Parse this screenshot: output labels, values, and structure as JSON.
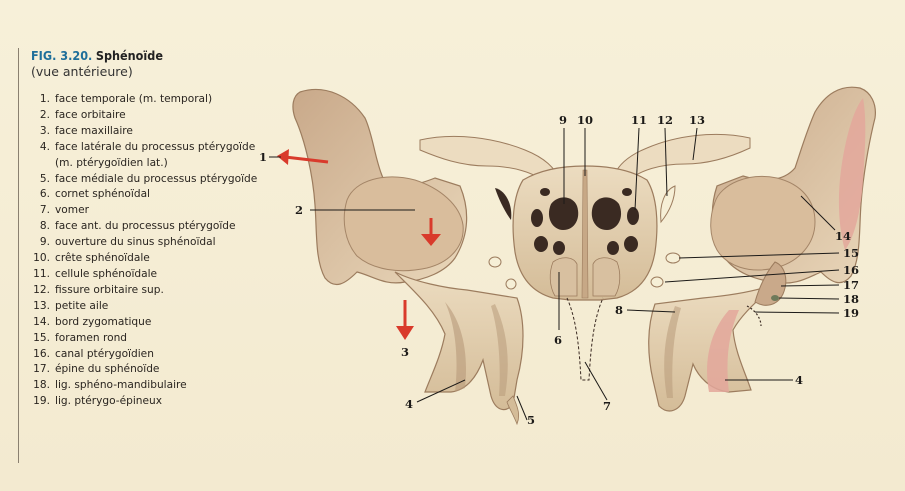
{
  "figure": {
    "number": "FIG. 3.20.",
    "title": "Sphénoïde",
    "subtitle": "(vue antérieure)"
  },
  "legend": [
    {
      "num": "1.",
      "text": "face temporale (m. temporal)"
    },
    {
      "num": "2.",
      "text": "face orbitaire"
    },
    {
      "num": "3.",
      "text": "face maxillaire"
    },
    {
      "num": "4.",
      "text": "face latérale du processus ptérygoïde (m. ptérygoïdien lat.)"
    },
    {
      "num": "5.",
      "text": "face médiale du processus ptérygoïde"
    },
    {
      "num": "6.",
      "text": "cornet sphénoïdal"
    },
    {
      "num": "7.",
      "text": "vomer"
    },
    {
      "num": "8.",
      "text": "face ant. du processus ptérygoïde"
    },
    {
      "num": "9.",
      "text": "ouverture du sinus sphénoïdal"
    },
    {
      "num": "10.",
      "text": "crête sphénoïdale"
    },
    {
      "num": "11.",
      "text": "cellule sphénoïdale"
    },
    {
      "num": "12.",
      "text": "fissure orbitaire sup."
    },
    {
      "num": "13.",
      "text": "petite aile"
    },
    {
      "num": "14.",
      "text": "bord zygomatique"
    },
    {
      "num": "15.",
      "text": "foramen rond"
    },
    {
      "num": "16.",
      "text": "canal ptérygoïdien"
    },
    {
      "num": "17.",
      "text": "épine du sphénoïde"
    },
    {
      "num": "18.",
      "text": "lig. sphéno-mandibulaire"
    },
    {
      "num": "19.",
      "text": "lig. ptérygo-épineux"
    }
  ],
  "callouts": {
    "c1": "1",
    "c2": "2",
    "c3": "3",
    "c4a": "4",
    "c4b": "4",
    "c5": "5",
    "c6": "6",
    "c7": "7",
    "c8": "8",
    "c9": "9",
    "c10": "10",
    "c11": "11",
    "c12": "12",
    "c13": "13",
    "c14": "14",
    "c15": "15",
    "c16": "16",
    "c17": "17",
    "c18": "18",
    "c19": "19"
  },
  "colors": {
    "bone": "#e2cfb0",
    "bone_shadow": "#b89a7a",
    "cavity": "#3a2a22",
    "muscle_area": "#e3a79b",
    "arrow": "#d93a2b",
    "title_blue": "#1f6f9a"
  }
}
